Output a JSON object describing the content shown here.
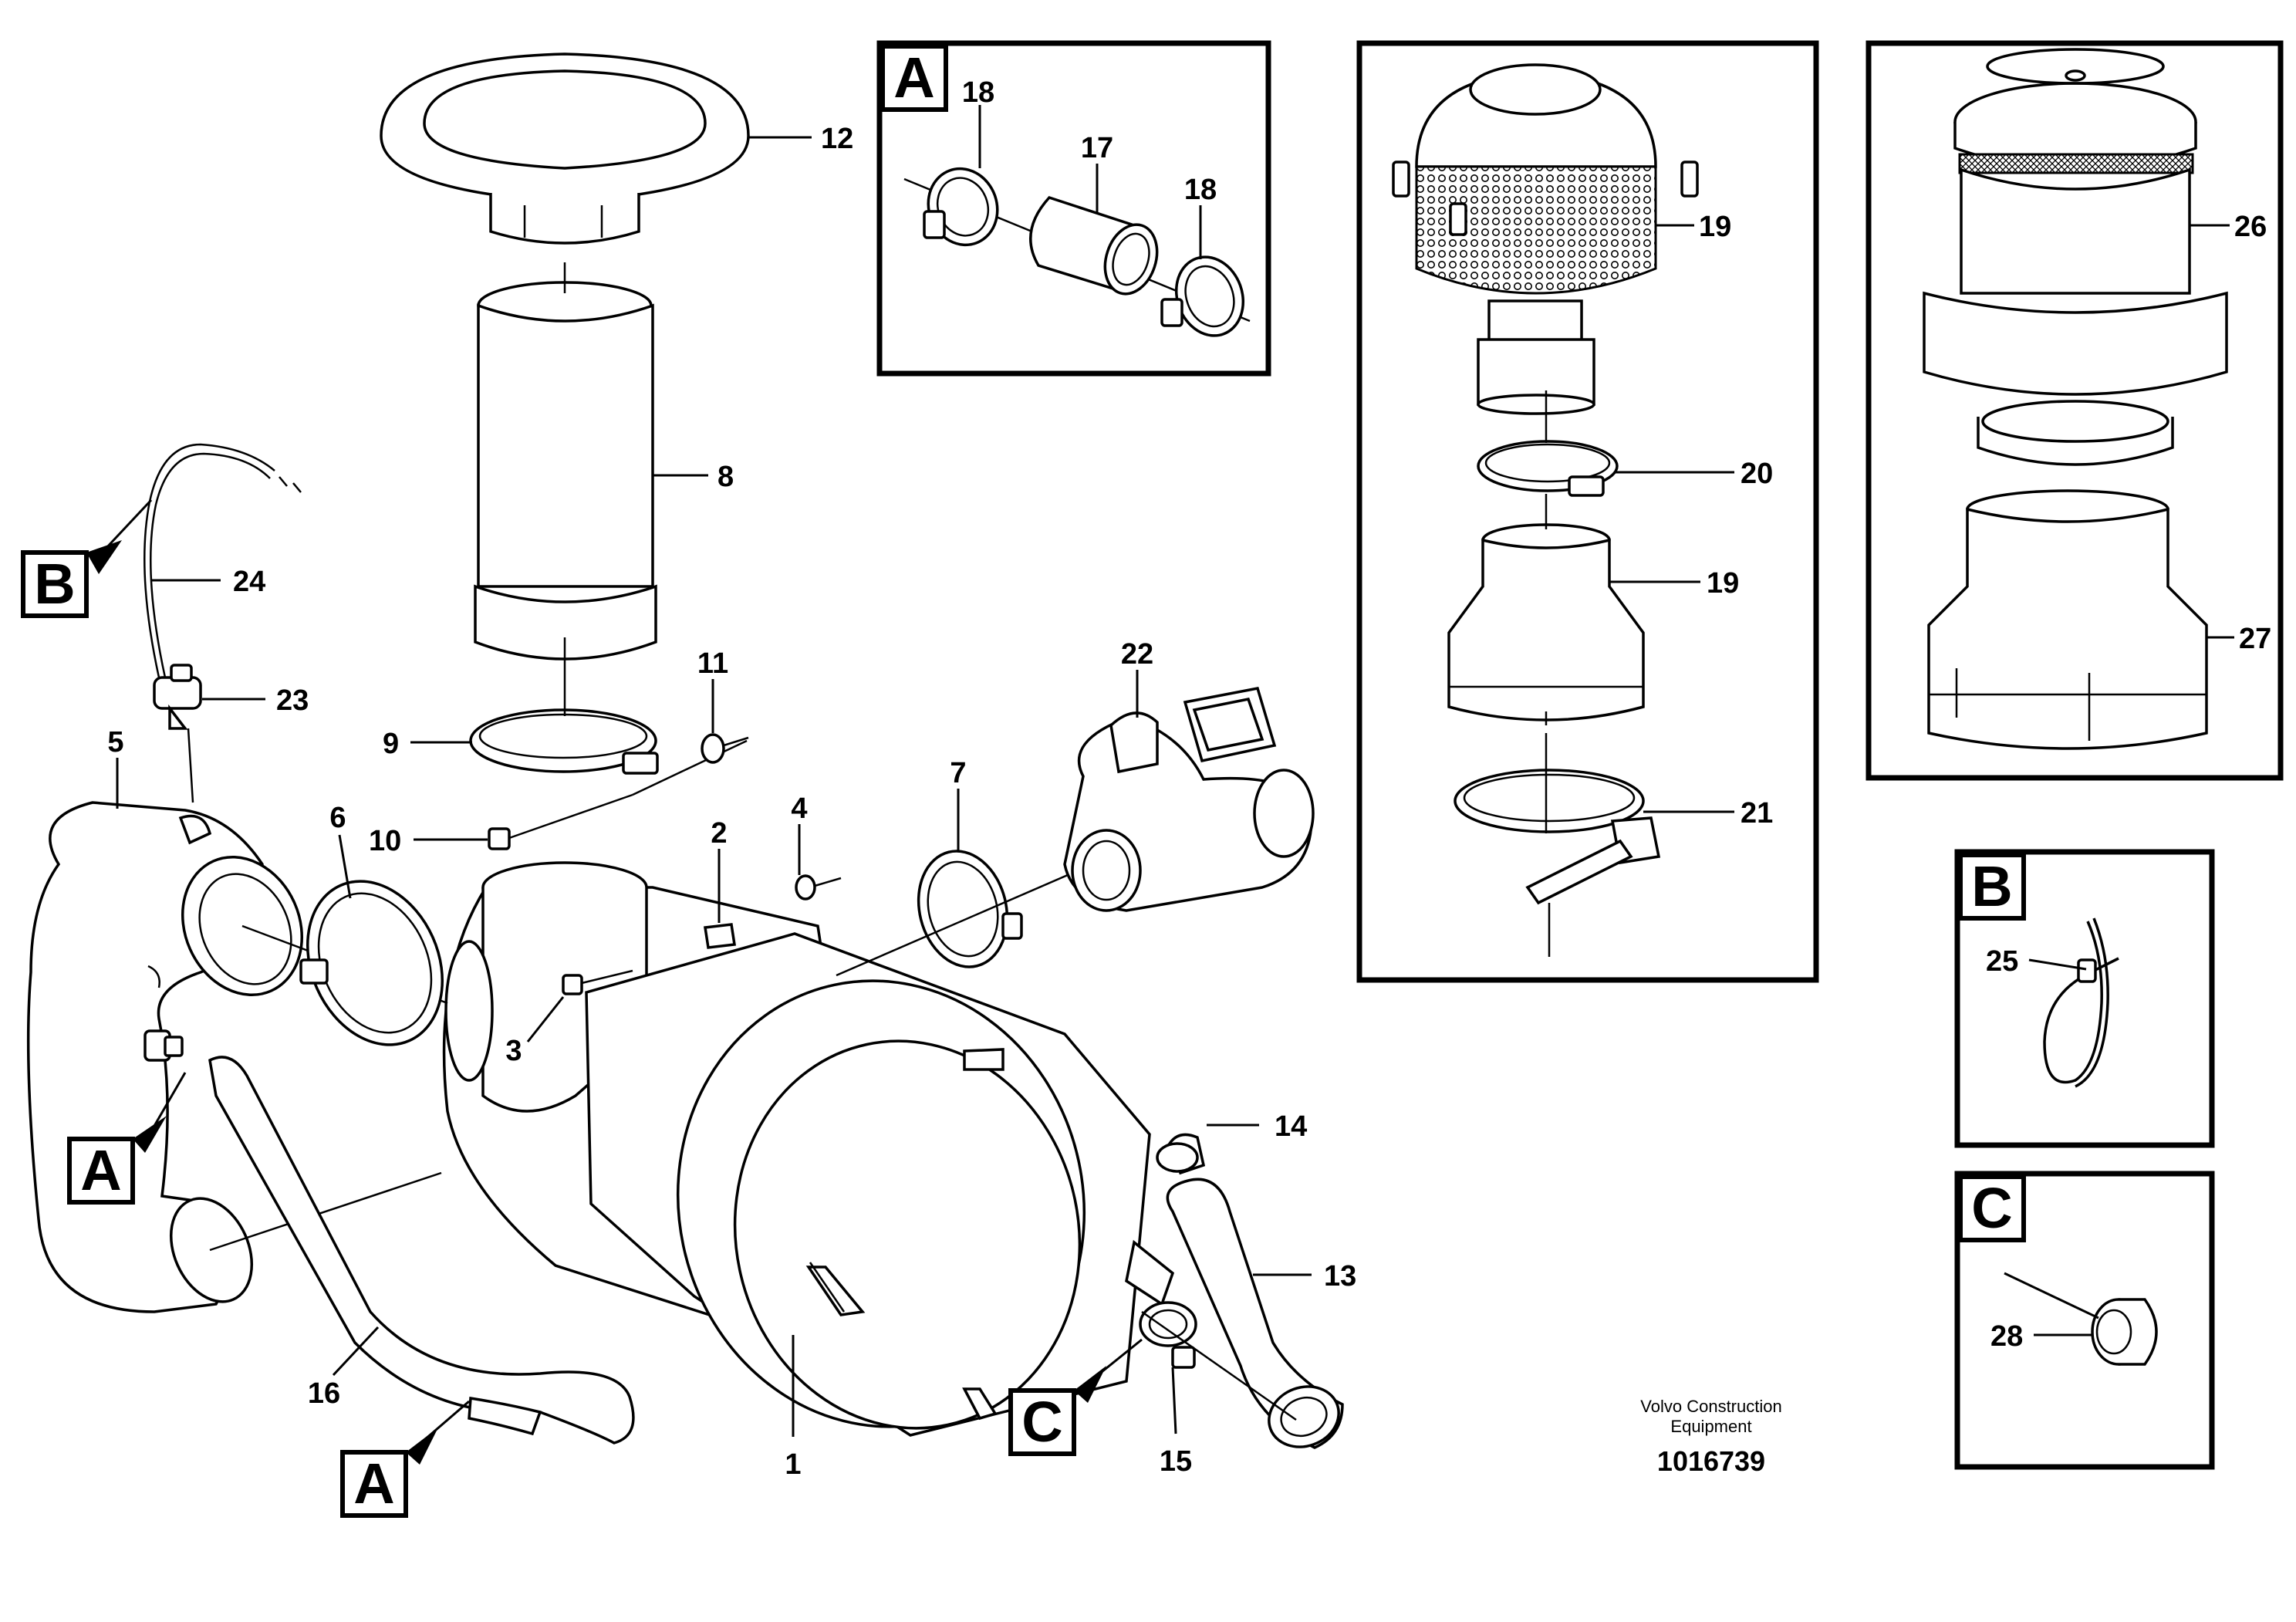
{
  "labels": {
    "l1": "1",
    "l2": "2",
    "l3": "3",
    "l4": "4",
    "l5": "5",
    "l6": "6",
    "l7": "7",
    "l8": "8",
    "l9": "9",
    "l10": "10",
    "l11": "11",
    "l12": "12",
    "l13": "13",
    "l14": "14",
    "l15": "15",
    "l16": "16",
    "l17": "17",
    "l18a": "18",
    "l18b": "18",
    "l19a": "19",
    "l19b": "19",
    "l20": "20",
    "l21": "21",
    "l22": "22",
    "l23": "23",
    "l24": "24",
    "l25": "25",
    "l26": "26",
    "l27": "27",
    "l28": "28"
  },
  "references": {
    "inset_a": "A",
    "inset_b": "B",
    "inset_c": "C",
    "ref_b_sensor": "B",
    "ref_a_hose_top": "A",
    "ref_a_hose_bottom": "A",
    "ref_c_clamp": "C"
  },
  "caption": {
    "line1": "Volvo Construction",
    "line2": "Equipment",
    "number": "1016739"
  },
  "icons": {
    "air_cleaner_housing": "air-cleaner-housing-icon",
    "turbocharger": "turbocharger-icon",
    "precleaner": "precleaner-icon"
  }
}
